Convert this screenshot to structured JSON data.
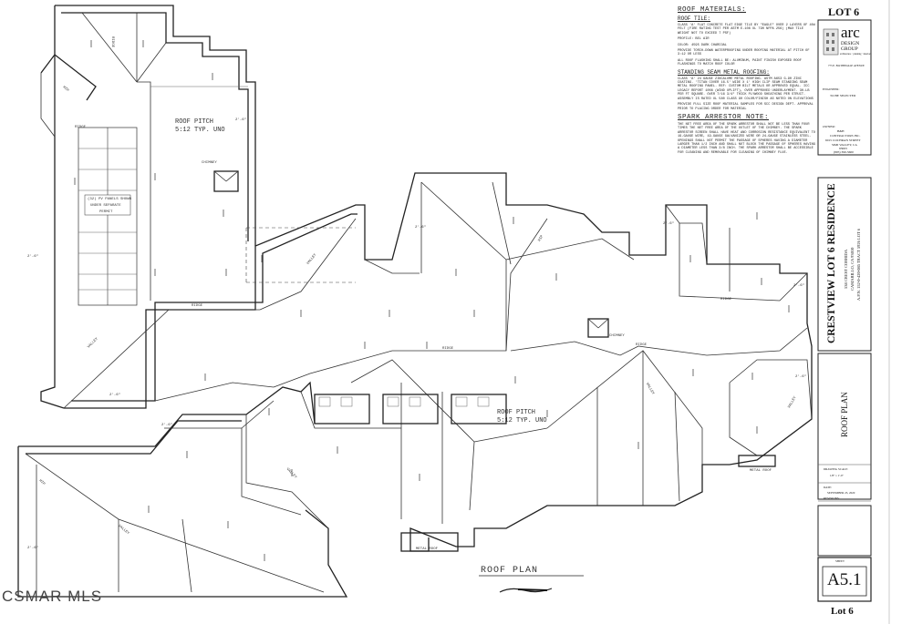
{
  "title_block": {
    "lot_top": "LOT 6",
    "firm_logo": "arc",
    "firm_name_1": "DESIGN",
    "firm_name_2": "GROUP",
    "firm_sub": "architecture · planning · interiors",
    "firm_address": "775 E. BLITHEDALE AVENUE",
    "engineer_label": "ENGINEER:",
    "engineer_value": "TO BE SELECTED",
    "owner_label": "OWNER:",
    "owner_lines": [
      "B&H",
      "CONTRACTORS INC.",
      "6015 COCHRAN STREET",
      "SIMI VALLEY, CA",
      "93063",
      "(805) 390-5600"
    ],
    "project_name": "CRESTVIEW LOT 6 RESIDENCE",
    "project_address_1": "538 CREST CORRIDA",
    "project_address_2": "CAMARILLO, CA 93010",
    "project_apn": "A.P.N. 152-0-420-085  TRACT 5926 LOT 6",
    "sheet_title": "ROOF PLAN",
    "drawing_scale_label": "DRAWING SCALE:",
    "drawing_scale_value": "1/8\" = 1'-0\"",
    "date_label": "DATE:",
    "date_value": "SEPTEMBER 23, 2020",
    "revisions_label": "REVISIONS:",
    "sheet_label": "SHEET",
    "sheet_number": "A5.1",
    "lot_bottom": "Lot 6"
  },
  "notes": {
    "heading": "ROOF MATERIALS:",
    "tile_heading": "ROOF TILE:",
    "tile_text": "CLASS 'A' FLAT CONCRETE FLAT EDGE TILE BY \"EAGLE\" OVER 2 LAYERS OF 40# FELT (FIRE RATING TEST PER ASTM E-108 UL 790 NFPA 256) (MAX TILE WEIGHT NOT TO EXCEED 7 PSF)",
    "profile_text": "PROFILE: BEL AIR",
    "color_text": "COLOR: 4595 DARK CHARCOAL",
    "torch_text": "PROVIDE TORCH-DOWN WATERPROOFING UNDER ROOFING MATERIAL AT PITCH OF 3:12 OR LESS",
    "flashing_text": "ALL ROOF FLASHING SHALL BE: ALUMINUM, PAINT FINISH EXPOSED ROOF FLASHINGS TO MATCH ROOF COLOR",
    "seam_heading": "STANDING SEAM METAL ROOFING:",
    "seam_text": "CLASS 'A' 24 GAUGE ZINCALUME METAL ROOFING. ASTM A653 G-90 ZINC COATING. 'TITAN COVER 16.5' WIDE X 1' HIGH CLIP SEAM STANDING SEAM METAL ROOFING PANEL. REF: CUSTOM BILT METALS OR APPROVED EQUAL. ICC LEGACY REPORT 1008 (WIND UPLIFT), OVER APPROVED UNDERLAYMENT. 30-LB PER FT SQUARE. OVER 7/16 3/4\" THICK PLYWOOD SHEATHING PER STRUCT. ASSEMBLY IS RATED UL 580 CLASS 90 COLOR/FINISH AS NOTED ON ELEVATIONS",
    "samples_text": "PROVIDE FULL SIZE ROOF MATERIAL SAMPLES FOR SCC DESIGN DEPT. APPROVAL PRIOR TO PLACING ORDER FOR MATERIAL",
    "spark_heading": "SPARK ARRESTOR NOTE:",
    "spark_text": "THE NET FREE AREA OF THE SPARK ARRESTOR SHALL NOT BE LESS THAN FOUR TIMES THE NET FREE AREA OF THE OUTLET OF THE CHIMNEY. THE SPARK ARRESTOR SCREEN SHALL HAVE HEAT AND CORROSION RESISTANCE EQUIVALENT TO 19-GAUGE WIRE, 19-GAUGE GALVANIZED WIRE OR 24-GAUGE STAINLESS STEEL. OPENINGS SHALL NOT PERMIT THE PASSAGE OF SPHERES HAVING A DIAMETER LARGER THAN 1/2 INCH AND SHALL NOT BLOCK THE PASSAGE OF SPHERES HAVING A DIAMETER LESS THAN 3/8 INCH. THE SPARK ARRESTOR SHALL BE ACCESSIBLE FOR CLEANING AND REMOVABLE FOR CLEANING OF CHIMNEY FLUE."
  },
  "plan": {
    "roof_pitch_1": "ROOF PITCH",
    "roof_pitch_1b": "5:12 TYP. UNO",
    "roof_pitch_2": "ROOF PITCH",
    "roof_pitch_2b": "5:12 TYP. UNO",
    "solar_note_1": "(32) PV PANELS SHOWN",
    "solar_note_2": "UNDER SEPARATE",
    "solar_note_3": "PERMIT",
    "chimney_1": "CHIMNEY",
    "chimney_2": "CHIMNEY",
    "metal_roof_1": "METAL ROOF",
    "metal_roof_2": "METAL ROOF",
    "ridge": "RIDGE",
    "valley": "VALLEY",
    "hip": "HIP",
    "overhang": "2'-6\"",
    "drawing_title": "ROOF PLAN"
  },
  "watermark": "CSMAR MLS"
}
